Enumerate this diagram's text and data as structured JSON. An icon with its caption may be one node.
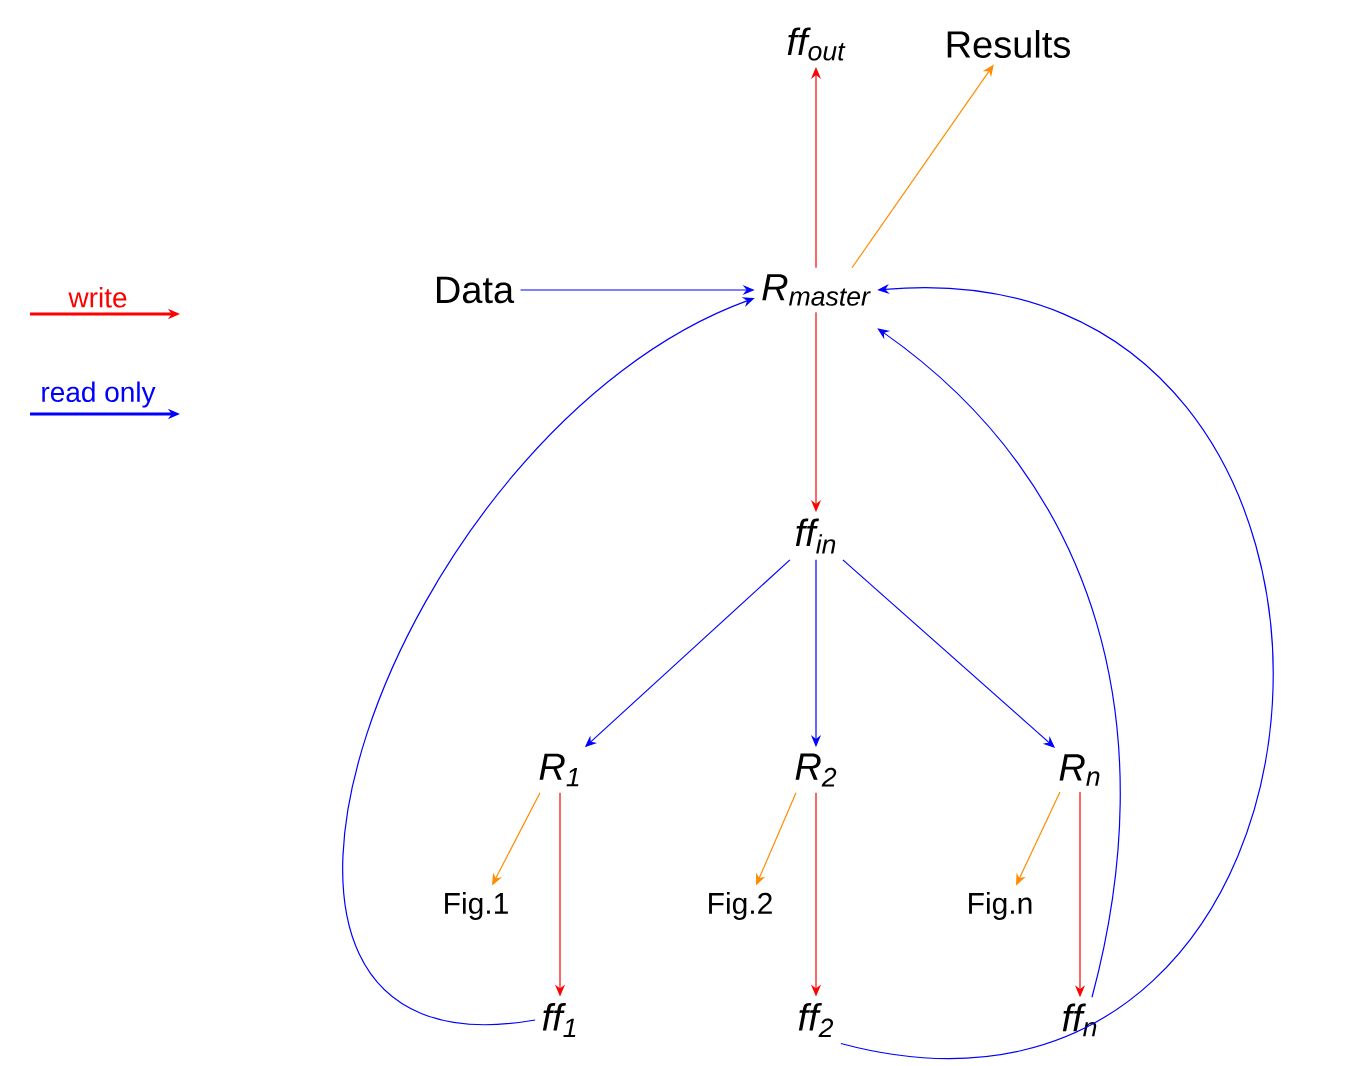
{
  "diagram": {
    "nodes": [
      {
        "text": [
          "ff$_{out}$"
        ]
      },
      {
        "text": [
          "Results"
        ]
      },
      {
        "text": [
          "Data"
        ]
      },
      {
        "text": [
          "R$_{master}$"
        ]
      },
      {
        "text": [
          "ff$_{in}$"
        ]
      },
      {
        "text": [
          "R$_{1}$"
        ]
      },
      {
        "text": [
          "R$_{2}$"
        ]
      },
      {
        "text": [
          "R$_{n}$"
        ]
      },
      {
        "text": [
          "Fig.1"
        ]
      },
      {
        "text": [
          "Fig.2"
        ]
      },
      {
        "text": [
          "Fig.n"
        ]
      },
      {
        "text": [
          "ff$_{1}$"
        ]
      },
      {
        "text": [
          "ff$_{2}$"
        ]
      },
      {
        "text": [
          "ff$_{n}$"
        ]
      }
    ],
    "edges": [
      {
        "from": 3,
        "to": 0,
        "arrow": "to",
        "color": "#ff0000"
      },
      {
        "from": 3,
        "to": 1,
        "arrow": "to",
        "color": "#ff8c00"
      },
      {
        "from": 2,
        "to": 3,
        "arrow": "to"
      },
      {
        "from": 3,
        "to": 4,
        "arrow": "to",
        "color": "#ff0000"
      },
      {
        "from": 4,
        "to": 5,
        "arrow": "to"
      },
      {
        "from": 4,
        "to": 6,
        "arrow": "to"
      },
      {
        "from": 4,
        "to": 7,
        "arrow": "to"
      },
      {
        "from": 5,
        "to": 8,
        "arrow": "to",
        "color": "#ff8c00"
      },
      {
        "from": 5,
        "to": 11,
        "arrow": "to",
        "color": "#ff0000"
      },
      {
        "from": 6,
        "to": 9,
        "arrow": "to",
        "color": "#ff8c00"
      },
      {
        "from": 6,
        "to": 12,
        "arrow": "to",
        "color": "#ff0000"
      },
      {
        "from": 7,
        "to": 10,
        "arrow": "to",
        "color": "#ff8c00"
      },
      {
        "from": 7,
        "to": 13,
        "arrow": "to",
        "color": "#ff0000"
      },
      {
        "from": 11,
        "to": 3,
        "arrow": "to"
      },
      {
        "from": 12,
        "to": 3,
        "arrow": "to"
      },
      {
        "from": 13,
        "to": 3,
        "arrow": "to"
      }
    ],
    "legend": [
      {
        "text": "write",
        "color": "#ff0000"
      },
      {
        "text": "read only",
        "color": "#0000ff"
      }
    ]
  }
}
